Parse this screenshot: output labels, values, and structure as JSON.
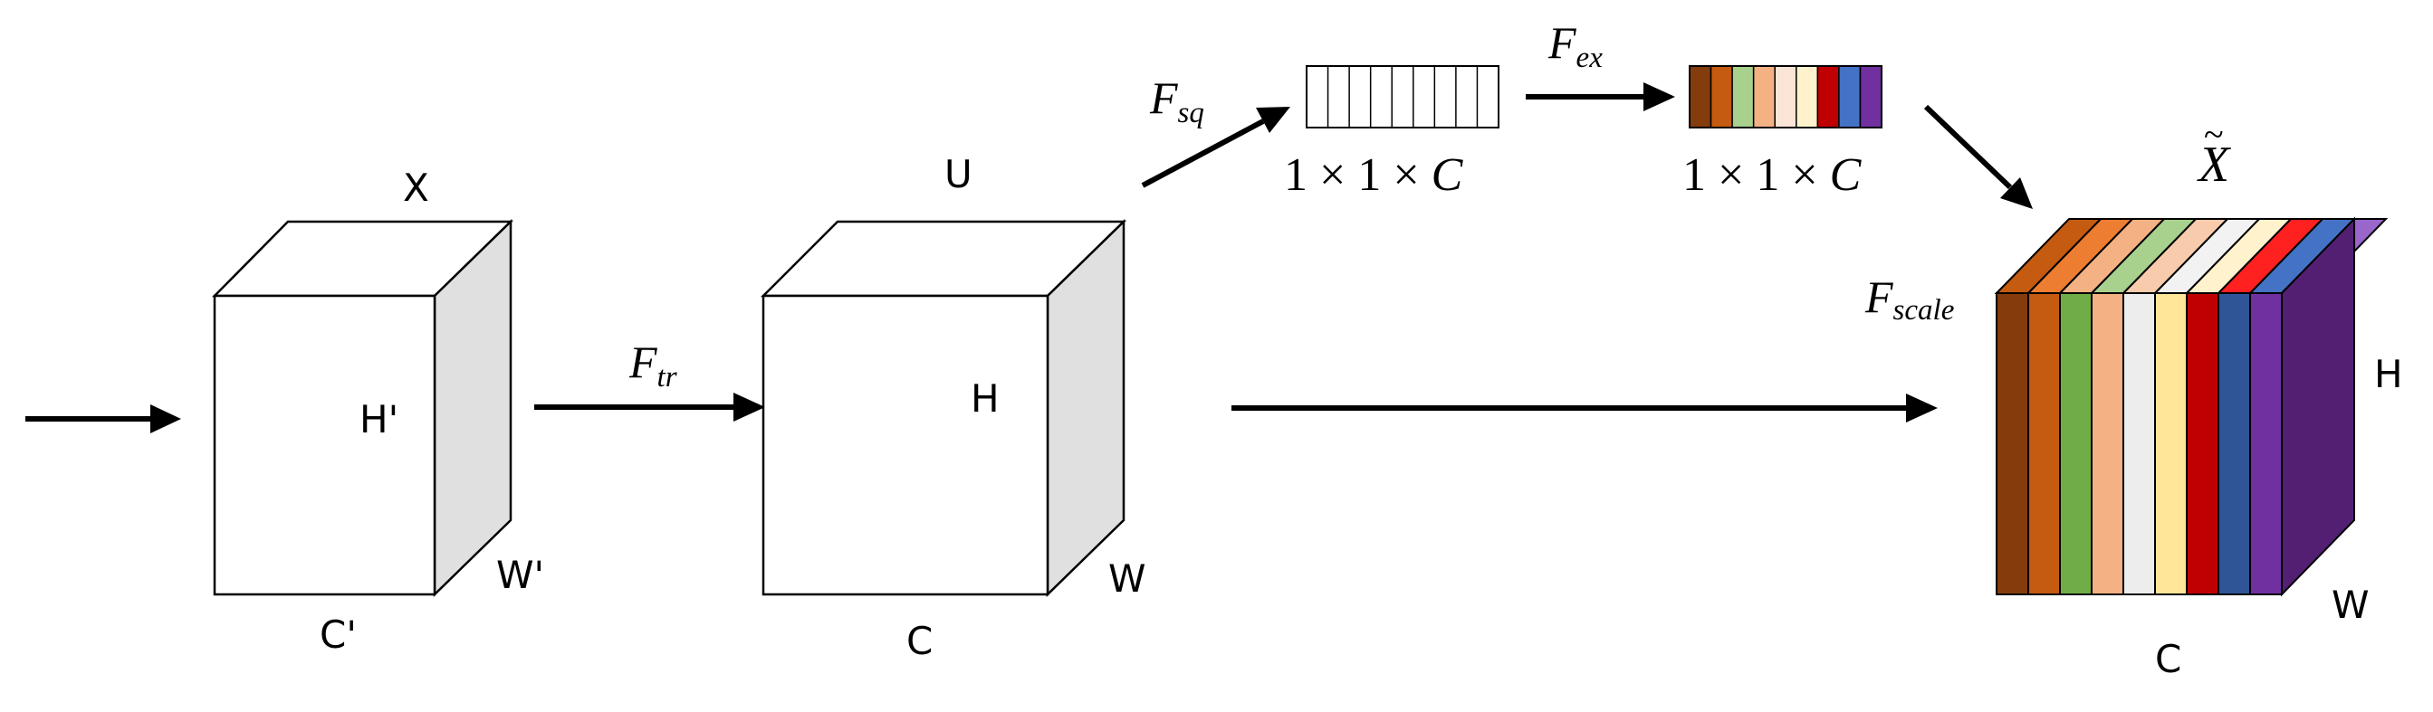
{
  "input_cube": {
    "top_label": "X",
    "height_label": "H'",
    "width_label": "W'",
    "channel_label": "C'"
  },
  "output_u_cube": {
    "top_label": "U",
    "height_label": "H",
    "width_label": "W",
    "channel_label": "C"
  },
  "result_stack": {
    "height_label": "H",
    "width_label": "W",
    "channel_label": "C",
    "title_base": "X",
    "title_accent": "~"
  },
  "ops": {
    "transform": {
      "base": "F",
      "sub": "tr"
    },
    "squeeze": {
      "base": "F",
      "sub": "sq"
    },
    "excitation": {
      "base": "F",
      "sub": "ex"
    },
    "scale": {
      "base": "F",
      "sub": "scale"
    }
  },
  "vectors": {
    "squeeze_dims": {
      "prefix": "1 × 1 × ",
      "channel": "C"
    },
    "excite_dims": {
      "prefix": "1 × 1 × ",
      "channel": "C"
    }
  },
  "channel_colors": [
    "#843C0C",
    "#C55A11",
    "#A9D18E",
    "#F4B183",
    "#FBE5D6",
    "#FFF2CC",
    "#C00000",
    "#4472C4",
    "#7030A0"
  ],
  "stack_colors": {
    "fronts": [
      "#843C0C",
      "#C55A11",
      "#70AD47",
      "#F4B183",
      "#EDEDED",
      "#FFE699",
      "#C00000",
      "#2F5597",
      "#7030A0"
    ],
    "tops": [
      "#C55A11",
      "#ED7D31",
      "#F4B183",
      "#A9D18E",
      "#F8CBAD",
      "#F2F2F2",
      "#FFF2CC",
      "#FF2020",
      "#4472C4",
      "#9966CC"
    ],
    "side": "#531F73"
  }
}
